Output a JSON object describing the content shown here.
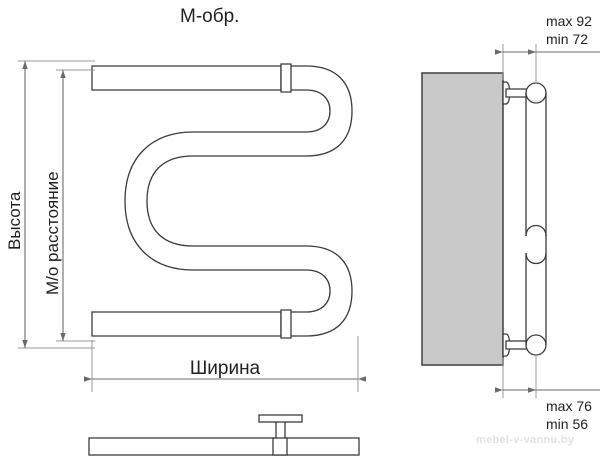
{
  "drawing": {
    "title": "М-обр.",
    "watermark": "mebel-v-vannu.by",
    "background_color": "#ffffff",
    "line_color": "#3b3b3b",
    "dimension_color": "#6b6b6b",
    "wall_color": "#c9c9c9",
    "text_color": "#231f20"
  },
  "front_view": {
    "name": "front-elevation",
    "dimensions": {
      "height_label": "Высота",
      "center_distance_label": "М/о расстояние",
      "width_label": "Ширина"
    }
  },
  "side_view": {
    "name": "side-elevation",
    "top_dimension": {
      "max_label": "max 92",
      "min_label": "min 72"
    },
    "bottom_dimension": {
      "max_label": "max 76",
      "min_label": "min 56"
    }
  },
  "plan_view": {
    "name": "plan-section"
  }
}
